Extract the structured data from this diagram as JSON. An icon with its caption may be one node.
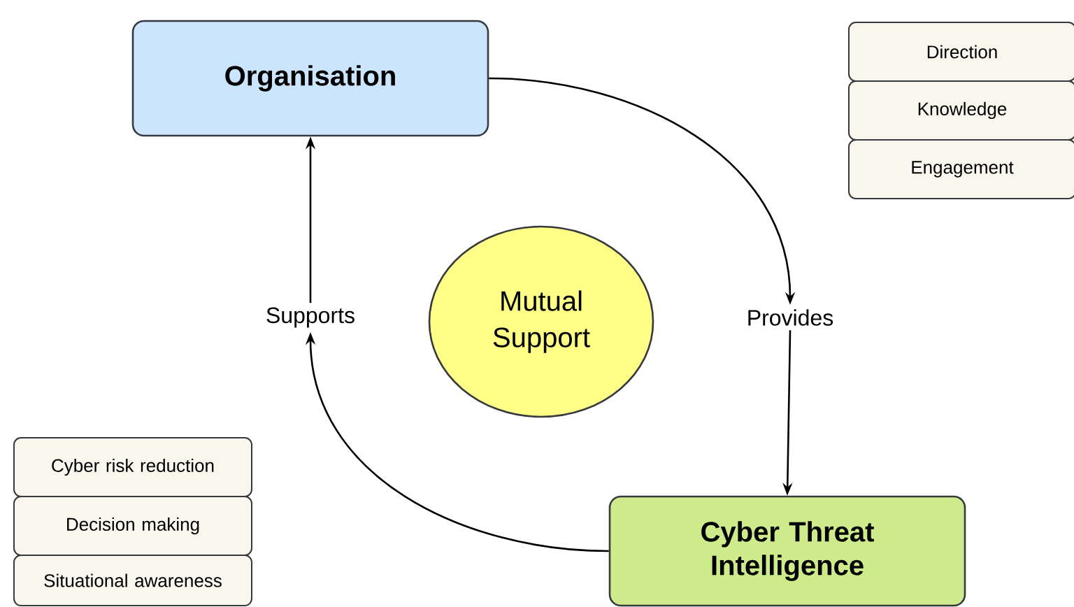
{
  "diagram": {
    "nodes": [
      {
        "text": [
          "Organisation"
        ]
      },
      {
        "text": [
          "Supports"
        ]
      },
      {
        "text": [
          "Provides"
        ]
      },
      {
        "text": [
          "Mutual Support"
        ]
      },
      {
        "text": [
          "Cyber Threat Intelligence"
        ]
      },
      {
        "text": [
          "Direction"
        ]
      },
      {
        "text": [
          "Knowledge"
        ]
      },
      {
        "text": [
          "Engagement"
        ]
      },
      {
        "text": [
          "Cyber risk reduction"
        ]
      },
      {
        "text": [
          "Decision making"
        ]
      },
      {
        "text": [
          "Situational awareness"
        ]
      }
    ],
    "edges": [
      {
        "from": 0,
        "to": 2,
        "arrow": "to"
      },
      {
        "from": 2,
        "to": 4,
        "arrow": "to"
      },
      {
        "from": 4,
        "to": 1,
        "arrow": "to"
      },
      {
        "from": 1,
        "to": 0,
        "arrow": "to"
      }
    ]
  }
}
